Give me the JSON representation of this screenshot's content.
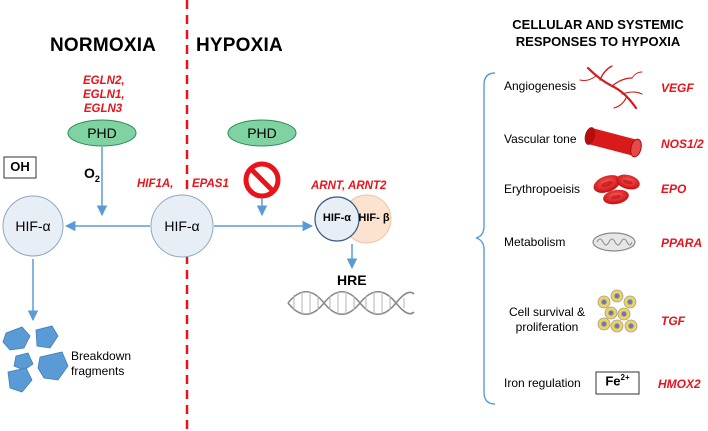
{
  "normoxia": {
    "header": "NORMOXIA",
    "genes": [
      "EGLN2,",
      "EGLN1,",
      "EGLN3"
    ],
    "phd": "PHD",
    "o2": "O",
    "o2_sub": "2",
    "oh": "OH",
    "hif": "HIF-α",
    "breakdown": [
      "Breakdown",
      "fragments"
    ]
  },
  "center": {
    "hif": "HIF-α",
    "gene_left": "HIF1A,",
    "gene_right": "EPAS1"
  },
  "hypoxia": {
    "header": "HYPOXIA",
    "phd": "PHD",
    "genes": "ARNT, ARNT2",
    "hif_alpha": "HIF-α",
    "hif_beta": "HIF- β",
    "hre": "HRE"
  },
  "responses": {
    "title": [
      "CELLULAR AND SYSTEMIC",
      "RESPONSES TO HYPOXIA"
    ],
    "items": [
      {
        "label": "Angiogenesis",
        "gene": "VEGF",
        "icon": "blood-vessel-icon"
      },
      {
        "label": "Vascular tone",
        "gene": "NOS1/2",
        "icon": "artery-icon"
      },
      {
        "label": "Erythropoeisis",
        "gene": "EPO",
        "icon": "red-blood-cells-icon"
      },
      {
        "label": "Metabolism",
        "gene": "PPARA",
        "icon": "mitochondrion-icon"
      },
      {
        "label": "Cell survival &",
        "label2": "proliferation",
        "gene": "TGF",
        "icon": "cells-icon"
      },
      {
        "label": "Iron regulation",
        "gene": "HMOX2",
        "icon": "iron-box-icon"
      }
    ],
    "iron_symbol": "Fe",
    "iron_charge": "2+"
  },
  "colors": {
    "gene_red": "#e8131b",
    "phd_green": "#7fd3a3",
    "hif_circle": "#e8eef6",
    "hif_beta": "#fbe3d0",
    "arrow_blue": "#5b9bd5",
    "fragment_blue": "#5b9bd5",
    "divider_red": "#e8131b"
  }
}
